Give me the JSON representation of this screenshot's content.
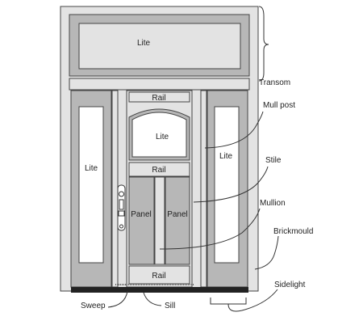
{
  "labels": {
    "transom_lite": "Lite",
    "left_sidelight_lite": "Lite",
    "door_lite": "Lite",
    "right_sidelight_lite": "Lite",
    "top_rail": "Rail",
    "middle_rail": "Rail",
    "bottom_rail": "Rail",
    "left_panel": "Panel",
    "right_panel": "Panel"
  },
  "callouts": {
    "transom": "Transom",
    "mull_post": "Mull post",
    "stile": "Stile",
    "mullion": "Mullion",
    "brickmould": "Brickmould",
    "sidelight": "Sidelight",
    "sweep": "Sweep",
    "sill": "Sill"
  },
  "colors": {
    "frame_dark": "#b7b7b7",
    "frame_light": "#e3e3e3",
    "glass": "#ffffff",
    "sill": "#222222"
  },
  "icons": [
    "door-handle-icon"
  ]
}
